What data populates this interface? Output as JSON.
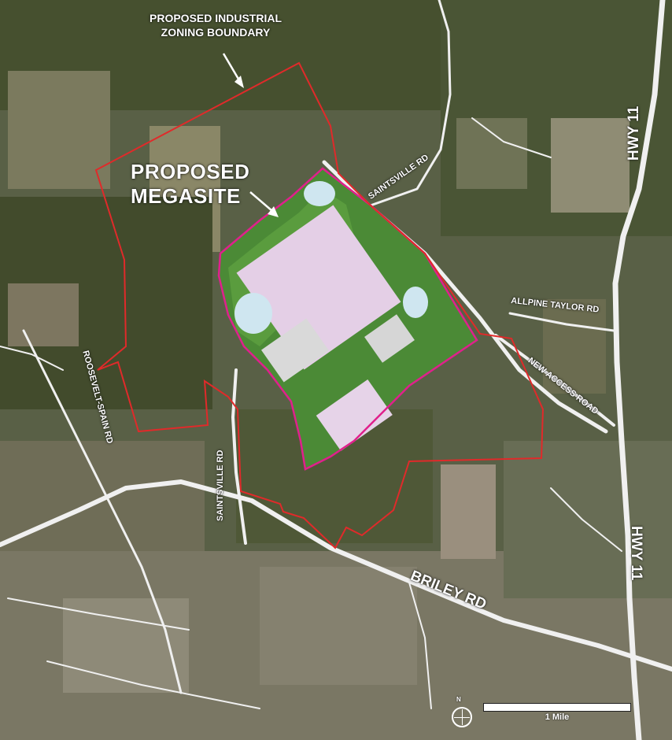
{
  "map": {
    "callouts": {
      "zoning_line1": "PROPOSED INDUSTRIAL",
      "zoning_line2": "ZONING BOUNDARY",
      "megasite_line1": "PROPOSED",
      "megasite_line2": "MEGASITE"
    },
    "roads": {
      "saintsville_north": "SAINTSVILLE RD",
      "saintsville_south": "SAINTSVILLE RD",
      "allpine_taylor": "ALLPINE TAYLOR RD",
      "new_access": "NEW ACCESS ROAD",
      "roosevelt_spain": "ROOSEVELT-SPAIN RD",
      "briley": "BRILEY RD",
      "hwy11_north": "HWY 11",
      "hwy11_south": "HWY 11"
    },
    "scale_bar": {
      "label": "1 Mile"
    },
    "north_arrow": {
      "label": "N"
    },
    "colors": {
      "zoning_boundary": "#e02a2a",
      "megasite_boundary": "#e0208c",
      "road": "#f2f2f2",
      "vegetation": "#3d4a2c"
    }
  }
}
